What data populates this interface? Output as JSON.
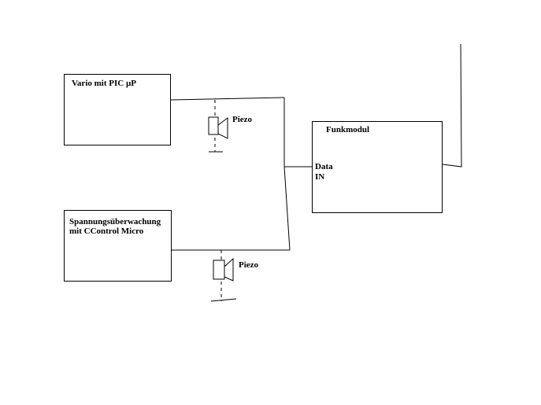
{
  "blocks": {
    "vario": {
      "label": "Vario mit PIC µP"
    },
    "spannung": {
      "label": "Spannungsüberwachung mit CControl Micro"
    },
    "funk": {
      "title": "Funkmodul",
      "port_line1": "Data",
      "port_line2": "IN"
    }
  },
  "piezo_top": {
    "label": "Piezo"
  },
  "piezo_bottom": {
    "label": "Piezo"
  },
  "colors": {
    "line": "#000000",
    "background": "#ffffff"
  }
}
